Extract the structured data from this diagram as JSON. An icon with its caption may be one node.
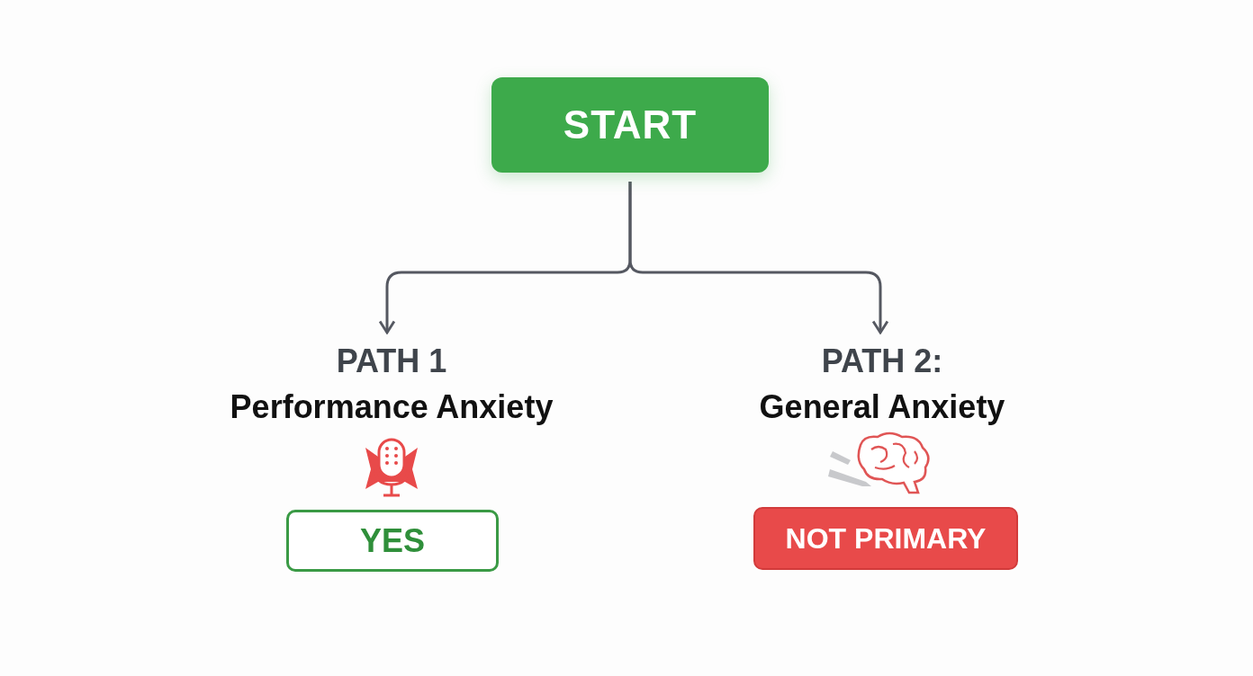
{
  "diagram": {
    "nodes": [
      {
        "text": [
          "START"
        ]
      },
      {
        "text": [
          "PATH 1",
          "Performance Anxiety"
        ]
      },
      {
        "text": [
          "PATH 2:",
          "General Anxiety"
        ]
      },
      {
        "text": [
          "YES"
        ]
      },
      {
        "text": [
          "NOT PRIMARY"
        ]
      }
    ],
    "edges": [
      {
        "from": 0,
        "to": 1,
        "arrow": "to"
      },
      {
        "from": 0,
        "to": 2,
        "arrow": "to"
      }
    ]
  }
}
